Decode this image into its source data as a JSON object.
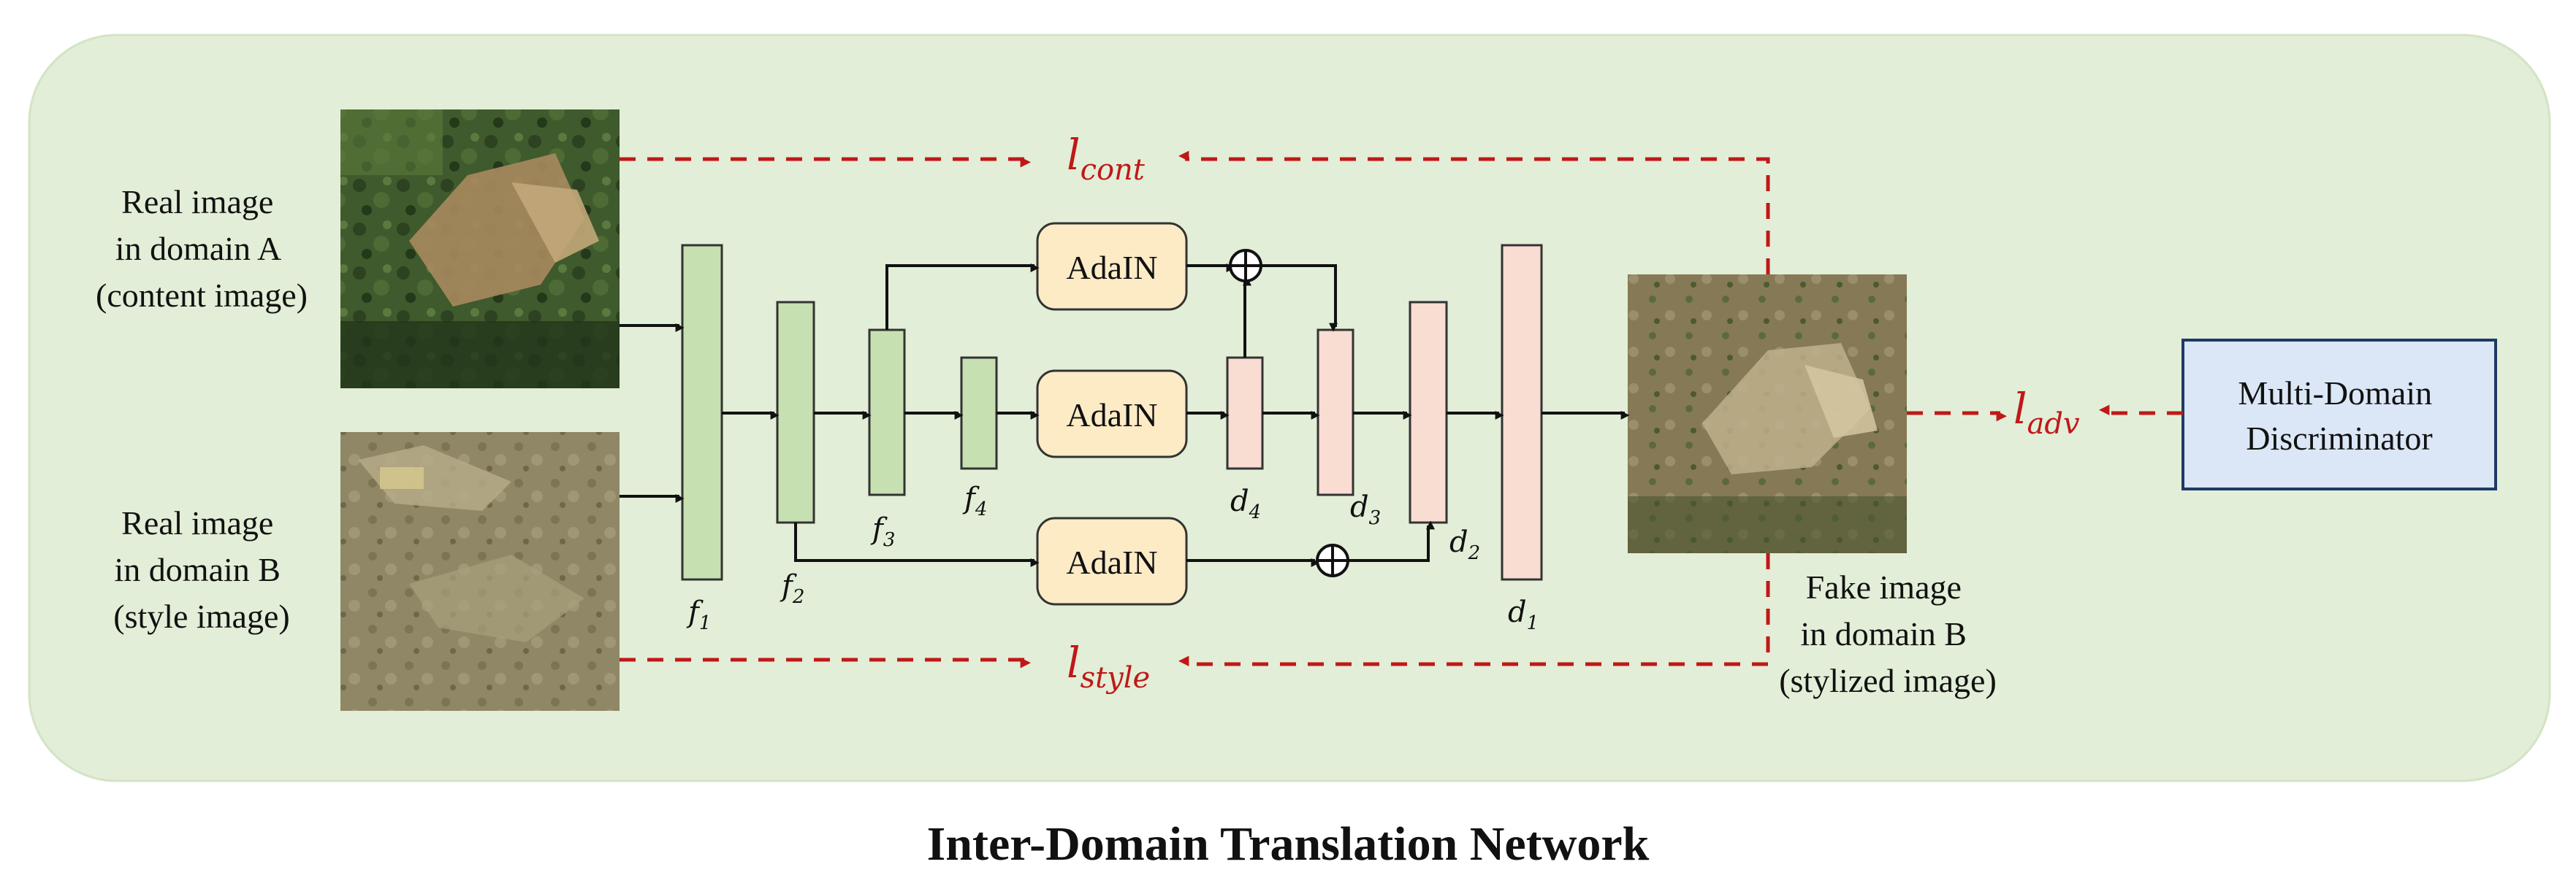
{
  "inputs": {
    "content": [
      "Real image",
      "in domain A",
      "(content image)"
    ],
    "style": [
      "Real image",
      "in domain B",
      "(style image)"
    ]
  },
  "output": [
    "Fake image",
    "in domain B",
    "(stylized image)"
  ],
  "encoder_labels": [
    {
      "base": "f",
      "sub": "1"
    },
    {
      "base": "f",
      "sub": "2"
    },
    {
      "base": "f",
      "sub": "3"
    },
    {
      "base": "f",
      "sub": "4"
    }
  ],
  "decoder_labels": [
    {
      "base": "d",
      "sub": "4"
    },
    {
      "base": "d",
      "sub": "3"
    },
    {
      "base": "d",
      "sub": "2"
    },
    {
      "base": "d",
      "sub": "1"
    }
  ],
  "adain_label": "AdaIN",
  "losses": {
    "content": {
      "base": "l",
      "sub": "cont"
    },
    "style": {
      "base": "l",
      "sub": "style"
    },
    "adversarial": {
      "base": "l",
      "sub": "adv"
    }
  },
  "discriminator": [
    "Multi-Domain",
    "Discriminator"
  ],
  "title": "Inter-Domain Translation Network",
  "colors": {
    "panel": "#e2eed7",
    "encoder": "#c7e0b2",
    "decoder": "#f9dcd2",
    "adain": "#fdebc6",
    "discriminator": "#dbe7f6",
    "loss": "#c01818"
  }
}
